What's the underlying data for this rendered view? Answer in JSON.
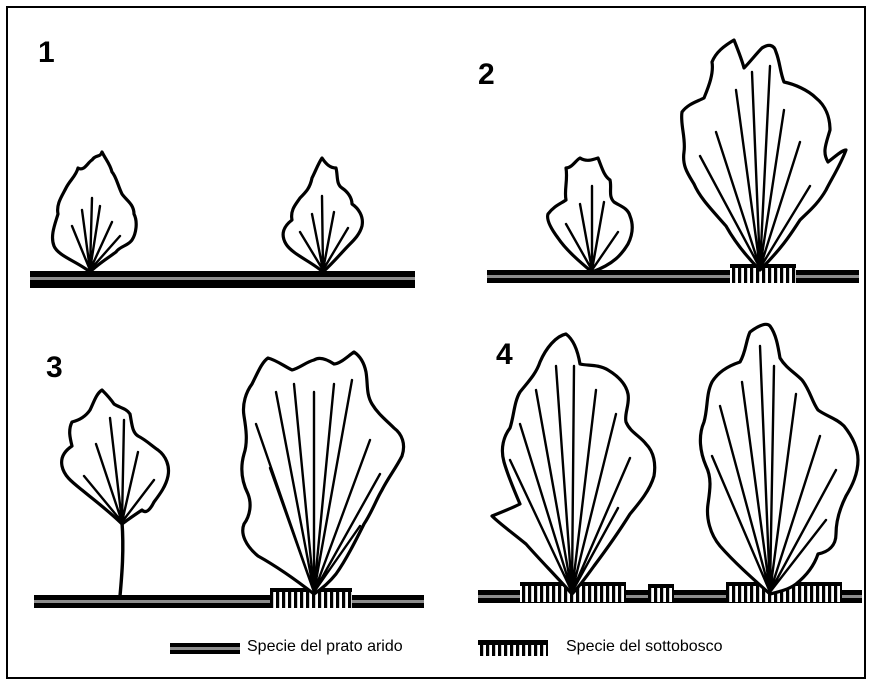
{
  "panels": [
    {
      "label": "1"
    },
    {
      "label": "2"
    },
    {
      "label": "3"
    },
    {
      "label": "4"
    }
  ],
  "legend": {
    "meadow_label": "Specie del prato arido",
    "undergrowth_label": "Specie del sottobosco"
  }
}
